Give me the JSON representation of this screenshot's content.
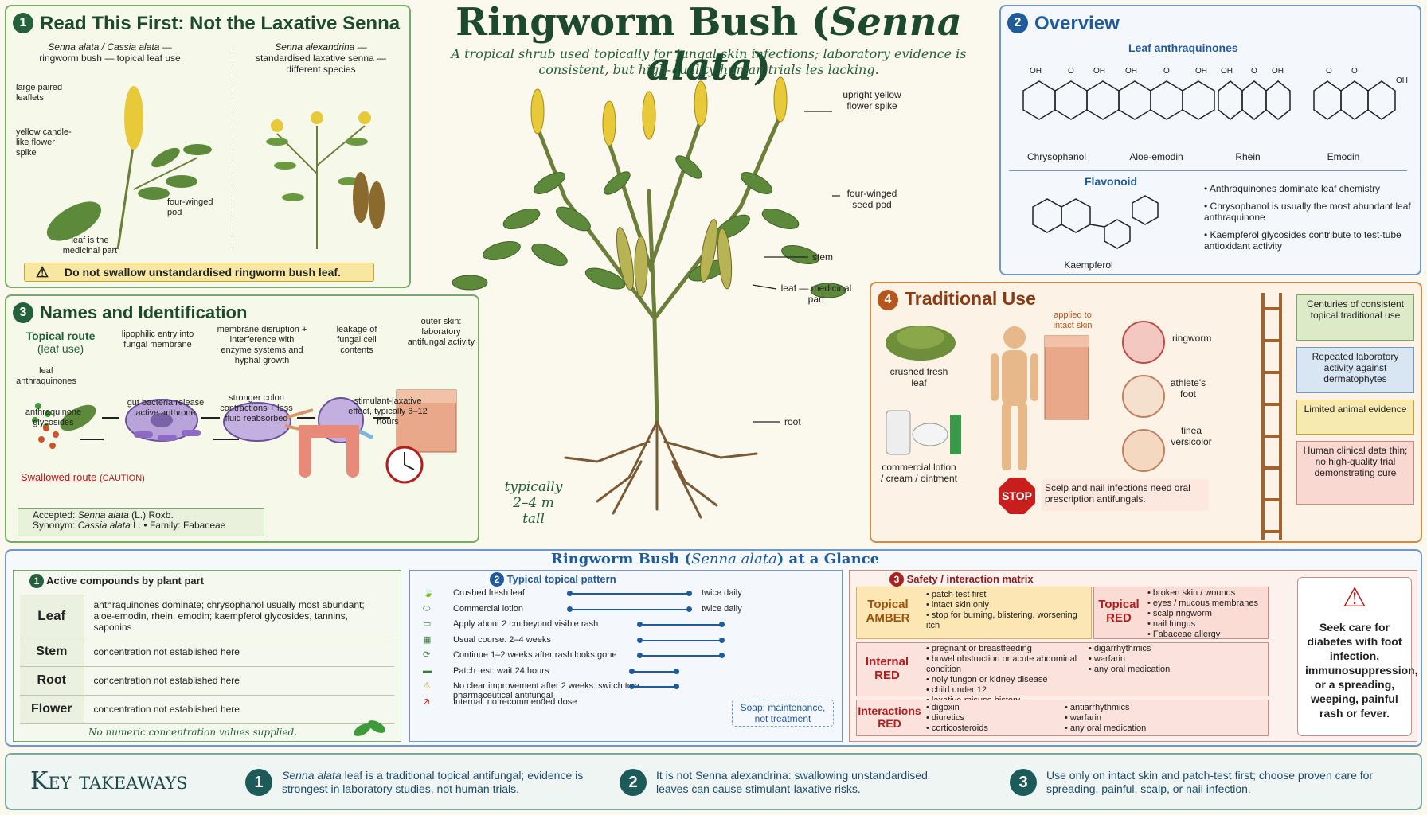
{
  "header": {
    "title": "Ringworm Bush (",
    "title_italic": "Senna alata",
    "title_end": ")",
    "subtitle": "A tropical shrub used topically for fungal skin infections; laboratory evidence is consistent, but high-quality human trials les lacking.",
    "height_note": "typically 2–4 m tall"
  },
  "plant_labels": {
    "flower": "upright yellow flower spike",
    "pod": "four-winged seed pod",
    "stem": "stem",
    "leaf": "leaf — medicinal part",
    "root": "root"
  },
  "p1": {
    "num": "1",
    "title": "Read This First: Not the Laxative Senna",
    "left_head_italic": "Senna alata / Cassia alata —",
    "left_head": "ringworm bush — topical leaf use",
    "right_head_italic": "Senna alexandrina —",
    "right_head": "standardised laxative senna — different species",
    "lbl_leaflets": "large paired leaflets",
    "lbl_flower": "yellow candle-like flower spike",
    "lbl_pod": "four-winged pod",
    "lbl_leaf": "leaf is the medicinal part",
    "warning": "Do not swallow unstandardised ringworm bush leaf."
  },
  "p2": {
    "num": "2",
    "title": "Overview",
    "anthra_head": "Leaf anthraquinones",
    "compounds": [
      "Chrysophanol",
      "Aloe-emodin",
      "Rhein",
      "Emodin"
    ],
    "flav_head": "Flavonoid",
    "flav": "Kaempferol",
    "bullets": [
      "Anthraquinones dominate leaf chemistry",
      "Chrysophanol is usually the most abundant leaf anthraquinone",
      "Kaempferol glycosides contribute to test-tube antioxidant activity"
    ]
  },
  "p3": {
    "num": "3",
    "title": "Names and Identification",
    "topical": "Topical route",
    "topical_sub": "(leaf use)",
    "steps": [
      "leaf anthraquinones",
      "lipophilic entry into fungal membrane",
      "membrane disruption + interference with enzyme systems and hyphal growth",
      "leakage of fungal cell contents",
      "outer skin: laboratory antifungal activity"
    ],
    "swallowed": "Swallowed route",
    "caution": "(CAUTION)",
    "swsteps": [
      "anthraquinone glycosides",
      "gut bacteria release active anthrone",
      "stronger colon contractions + less fluid reabsorbed",
      "stimulant-laxative effect, typically 6–12 hours"
    ],
    "accepted_l": "Accepted:",
    "accepted_i": "Senna alata",
    "accepted_r": "(L.) Roxb.",
    "synonym_l": "Synonym:",
    "synonym_i": "Cassia alata",
    "synonym_r": "L.  •  Family: Fabaceae"
  },
  "p4": {
    "num": "4",
    "title": "Traditional Use",
    "crushed": "crushed fresh leaf",
    "lotion": "commercial lotion / cream / ointment",
    "applied": "applied to intact skin",
    "conds": [
      "ringworm",
      "athlete's foot",
      "tinea versicolor"
    ],
    "stop": "STOP",
    "stop_text": "Scelp and nail infections need oral prescription antifungals.",
    "ladder": [
      "Centuries of consistent topical traditional use",
      "Repeated laboratory activity against dermatophytes",
      "Limited animal evidence",
      "Human clinical data thin; no high-quality trial demonstrating cure"
    ]
  },
  "glance": {
    "title_a": "Ringworm Bush (",
    "title_i": "Senna alata",
    "title_b": ") at a Glance",
    "s1": {
      "num": "1",
      "title": "Active compounds by plant part",
      "rows": [
        {
          "part": "Leaf",
          "text": "anthraquinones dominate; chrysophanol usually most abundant; aloe-emodin, rhein, emodin; kaempferol glycosides, tannins, saponins"
        },
        {
          "part": "Stem",
          "text": "concentration not established here"
        },
        {
          "part": "Root",
          "text": "concentration not established here"
        },
        {
          "part": "Flower",
          "text": "concentration not established here"
        }
      ],
      "note": "No numeric concentration values supplied."
    },
    "s2": {
      "num": "2",
      "title": "Typical topical pattern",
      "items": [
        {
          "t": "Crushed fresh leaf",
          "f": "twice daily",
          "bar": [
            0.0,
            0.58
          ]
        },
        {
          "t": "Commercial lotion",
          "f": "twice daily",
          "bar": [
            0.0,
            0.58
          ]
        },
        {
          "t": "Apply about 2 cm beyond visible rash",
          "f": "",
          "bar": [
            0.34,
            0.74
          ]
        },
        {
          "t": "Usual course: 2–4 weeks",
          "f": "",
          "bar": [
            0.34,
            0.74
          ]
        },
        {
          "t": "Continue 1–2 weeks after rash looks gone",
          "f": "",
          "bar": [
            0.34,
            0.74
          ]
        },
        {
          "t": "Patch test: wait 24 hours",
          "f": "",
          "bar": [
            0.3,
            0.52
          ]
        },
        {
          "t": "No clear improvement after 2 weeks: switch to a pharmaceutical antifungal",
          "f": "",
          "bar": [
            0.3,
            0.52
          ]
        },
        {
          "t": "Internal: no recommended dose",
          "f": "",
          "bar": null
        }
      ],
      "soap": "Soap: maintenance, not treatment"
    },
    "s3": {
      "num": "3",
      "title": "Safety / interaction matrix",
      "topical_amber": "Topical AMBER",
      "ta": [
        "patch test first",
        "intact skin only",
        "stop for burning, blistering, worsening itch"
      ],
      "topical_red": "Topical RED",
      "tr": [
        "broken skin / wounds",
        "eyes / mucous membranes",
        "scalp ringworm",
        "nail fungus",
        "Fabaceae allergy"
      ],
      "internal_red": "Internal RED",
      "ir1": [
        "pregnant or breastfeeding",
        "bowel obstruction or acute abdominal condition",
        "nοly fungon or kidney disease",
        "child under 12",
        "laxative-misuse history"
      ],
      "ir2": [
        "digarrhythmics",
        "warfarin",
        "any oral medication"
      ],
      "inter_red": "Interactions RED",
      "in1": [
        "digoxin",
        "diuretics",
        "corticosteroids"
      ],
      "in2": [
        "antiarrhythmics",
        "warfarin",
        "any oral medication"
      ],
      "seek": "Seek care for diabetes with foot infection, immunosuppression, or a spreading, weeping, painful rash or fever."
    }
  },
  "key": {
    "title": "Key takeaways",
    "items": [
      {
        "n": "1",
        "i": "Senna alata",
        "t": " leaf is a traditional topical antifungal; evidence is strongest in laboratory studies, not human trials."
      },
      {
        "n": "2",
        "i": "",
        "t": "It is not Senna alexandrina: swallowing unstandardised leaves can cause stimulant-laxative risks."
      },
      {
        "n": "3",
        "i": "",
        "t": "Use only on intact skin and patch-test first; choose proven care for spreading, painful, scalp, or nail infection."
      }
    ]
  }
}
